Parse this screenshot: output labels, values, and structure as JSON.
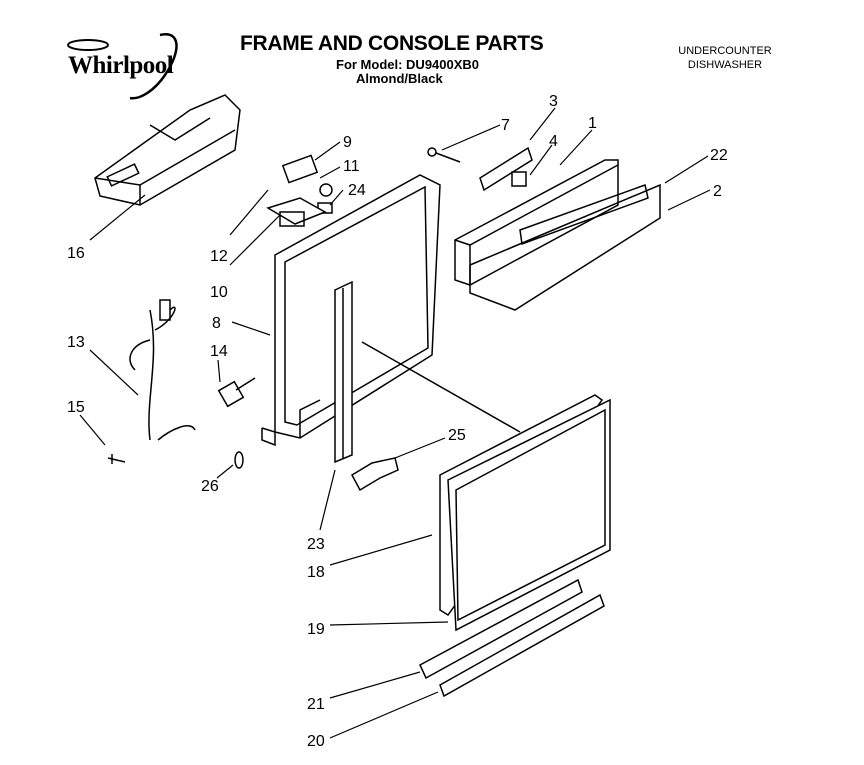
{
  "header": {
    "brand": "Whirlpool",
    "title": "FRAME AND CONSOLE PARTS",
    "model_line": "For Model: DU9400XB0",
    "color_line": "Almond/Black",
    "product_type_line1": "UNDERCOUNTER",
    "product_type_line2": "DISHWASHER"
  },
  "callouts": [
    "1",
    "2",
    "3",
    "4",
    "7",
    "9",
    "11",
    "24",
    "22",
    "16",
    "12",
    "10",
    "8",
    "13",
    "14",
    "15",
    "26",
    "25",
    "23",
    "18",
    "19",
    "21",
    "20"
  ]
}
